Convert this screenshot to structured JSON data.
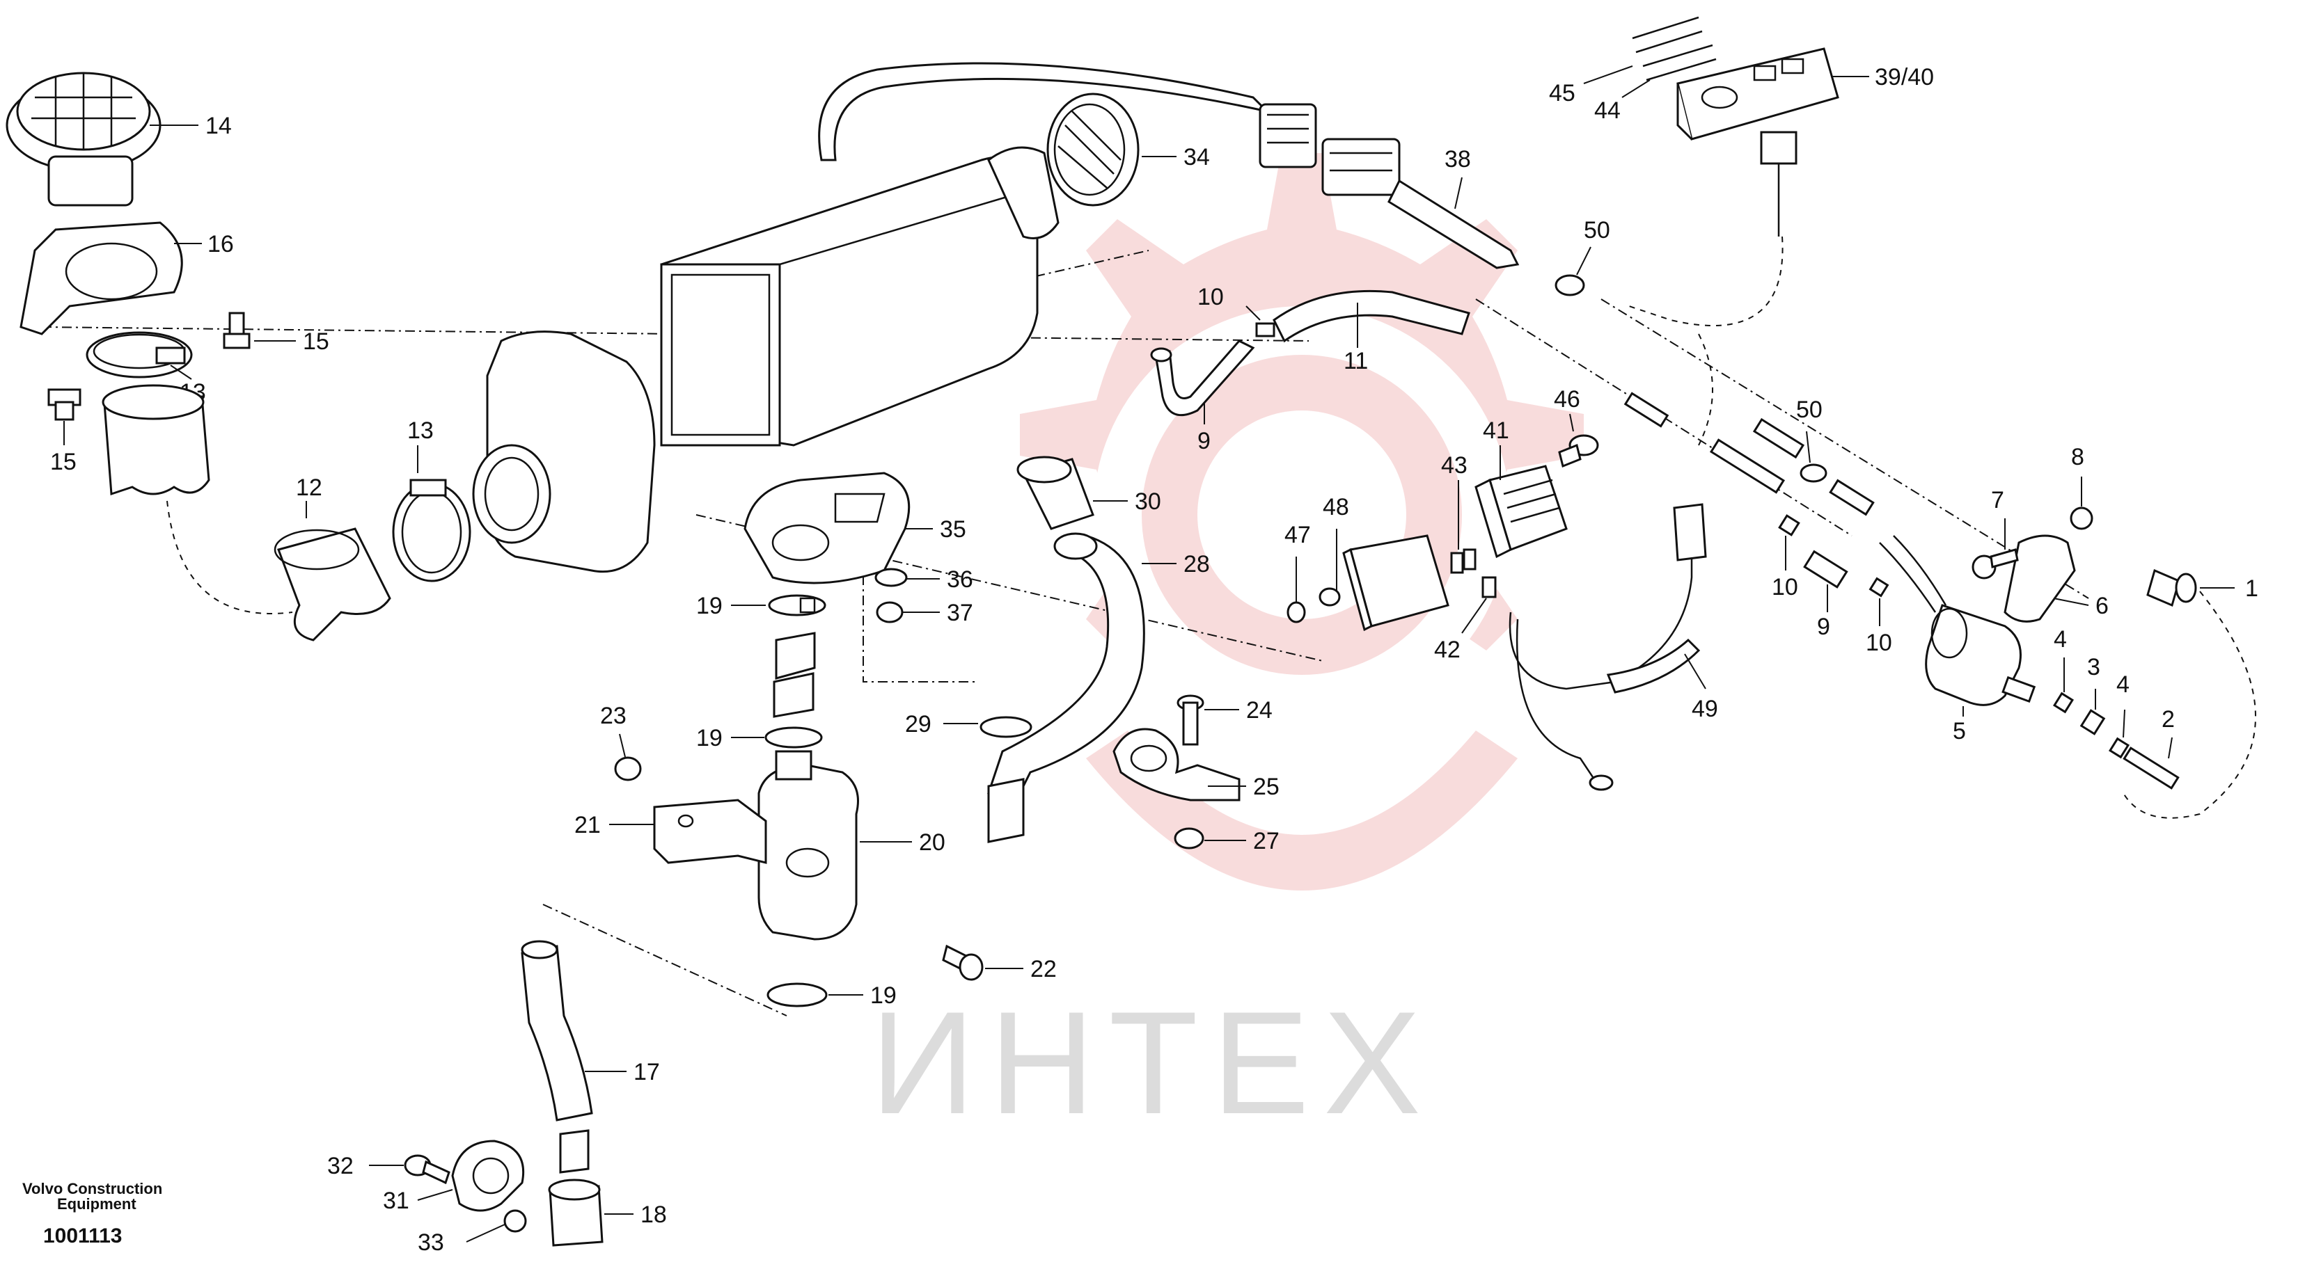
{
  "watermark": {
    "text": "ИНТЕХ",
    "gear_color": "#f3c0c0",
    "text_color": "#dcdcdc"
  },
  "brand": {
    "line1": "Volvo Construction",
    "line2": "Equipment"
  },
  "drawing_number": "1001113",
  "callouts": {
    "c1": "1",
    "c2": "2",
    "c3": "3",
    "c4a": "4",
    "c4b": "4",
    "c5": "5",
    "c6": "6",
    "c7": "7",
    "c8": "8",
    "c9a": "9",
    "c9b": "9",
    "c10a": "10",
    "c10b": "10",
    "c10c": "10",
    "c11": "11",
    "c12": "12",
    "c13a": "13",
    "c13b": "13",
    "c14": "14",
    "c15a": "15",
    "c15b": "15",
    "c16": "16",
    "c17": "17",
    "c18": "18",
    "c19a": "19",
    "c19b": "19",
    "c19c": "19",
    "c20": "20",
    "c21": "21",
    "c22": "22",
    "c23": "23",
    "c24": "24",
    "c25": "25",
    "c27": "27",
    "c28": "28",
    "c29": "29",
    "c30": "30",
    "c31": "31",
    "c32": "32",
    "c33": "33",
    "c34": "34",
    "c35": "35",
    "c36": "36",
    "c37": "37",
    "c38": "38",
    "c3940": "39/40",
    "c41": "41",
    "c42": "42",
    "c43": "43",
    "c44": "44",
    "c45": "45",
    "c46": "46",
    "c47": "47",
    "c48": "48",
    "c49": "49",
    "c50a": "50",
    "c50b": "50"
  }
}
